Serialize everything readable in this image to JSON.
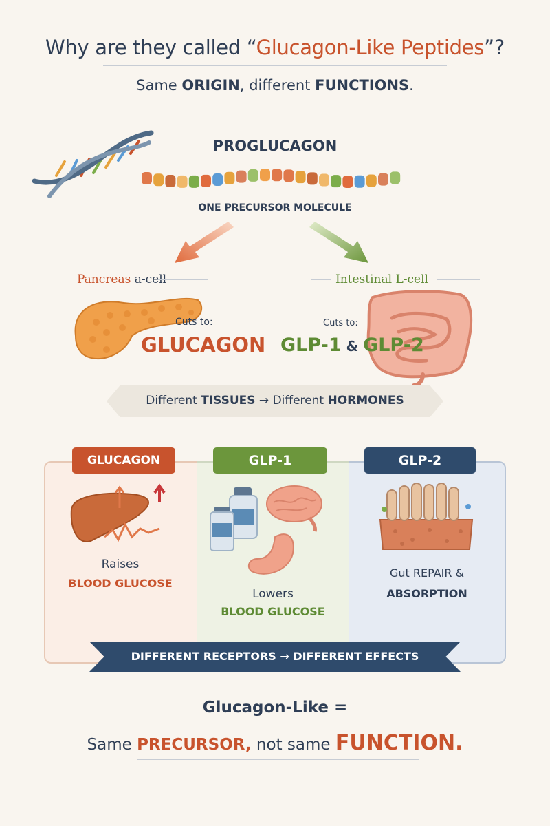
{
  "title": {
    "prefix": "Why are they called “",
    "highlight": "Glucagon-Like Peptides",
    "suffix": "”?"
  },
  "subtitle": {
    "p1": "Same ",
    "origin": "ORIGIN",
    "p2": ", different ",
    "functions": "FUNCTIONS",
    "p3": "."
  },
  "source": {
    "name": "PROGLUCAGON",
    "caption": "ONE PRECURSOR MOLECULE"
  },
  "pancreas": {
    "label_main": "Pancreas",
    "label_rest": " a-cell",
    "cuts": "Cuts to:",
    "product": "GLUCAGON"
  },
  "intestine": {
    "label": "Intestinal L-cell",
    "cuts": "Cuts to:",
    "product1": "GLP-1",
    "amp": " & ",
    "product2": "GLP-2"
  },
  "ribbon_tissues": {
    "p1": "Different ",
    "tissues": "TISSUES",
    "arrow": " → ",
    "p2": "Different ",
    "hormones": "HORMONES"
  },
  "panels": {
    "glucagon": {
      "tab": "GLUCAGON",
      "line1": "Raises",
      "line2": "BLOOD GLUCOSE"
    },
    "glp1": {
      "tab": "GLP-1",
      "line1": "Lowers",
      "line2": "BLOOD GLUCOSE"
    },
    "glp2": {
      "tab": "GLP-2",
      "line1": "Gut REPAIR &",
      "line2": "ABSORPTION"
    }
  },
  "ribbon_receptors": "DIFFERENT RECEPTORS → DIFFERENT EFFECTS",
  "conclusion": {
    "line1": "Glucagon-Like =",
    "p1": "Same ",
    "precursor": "PRECURSOR,",
    "p2": " not same ",
    "function": "FUNCTION."
  },
  "colors": {
    "orange": "#c8532d",
    "green": "#5e8b34",
    "navy": "#2f4b6c"
  }
}
